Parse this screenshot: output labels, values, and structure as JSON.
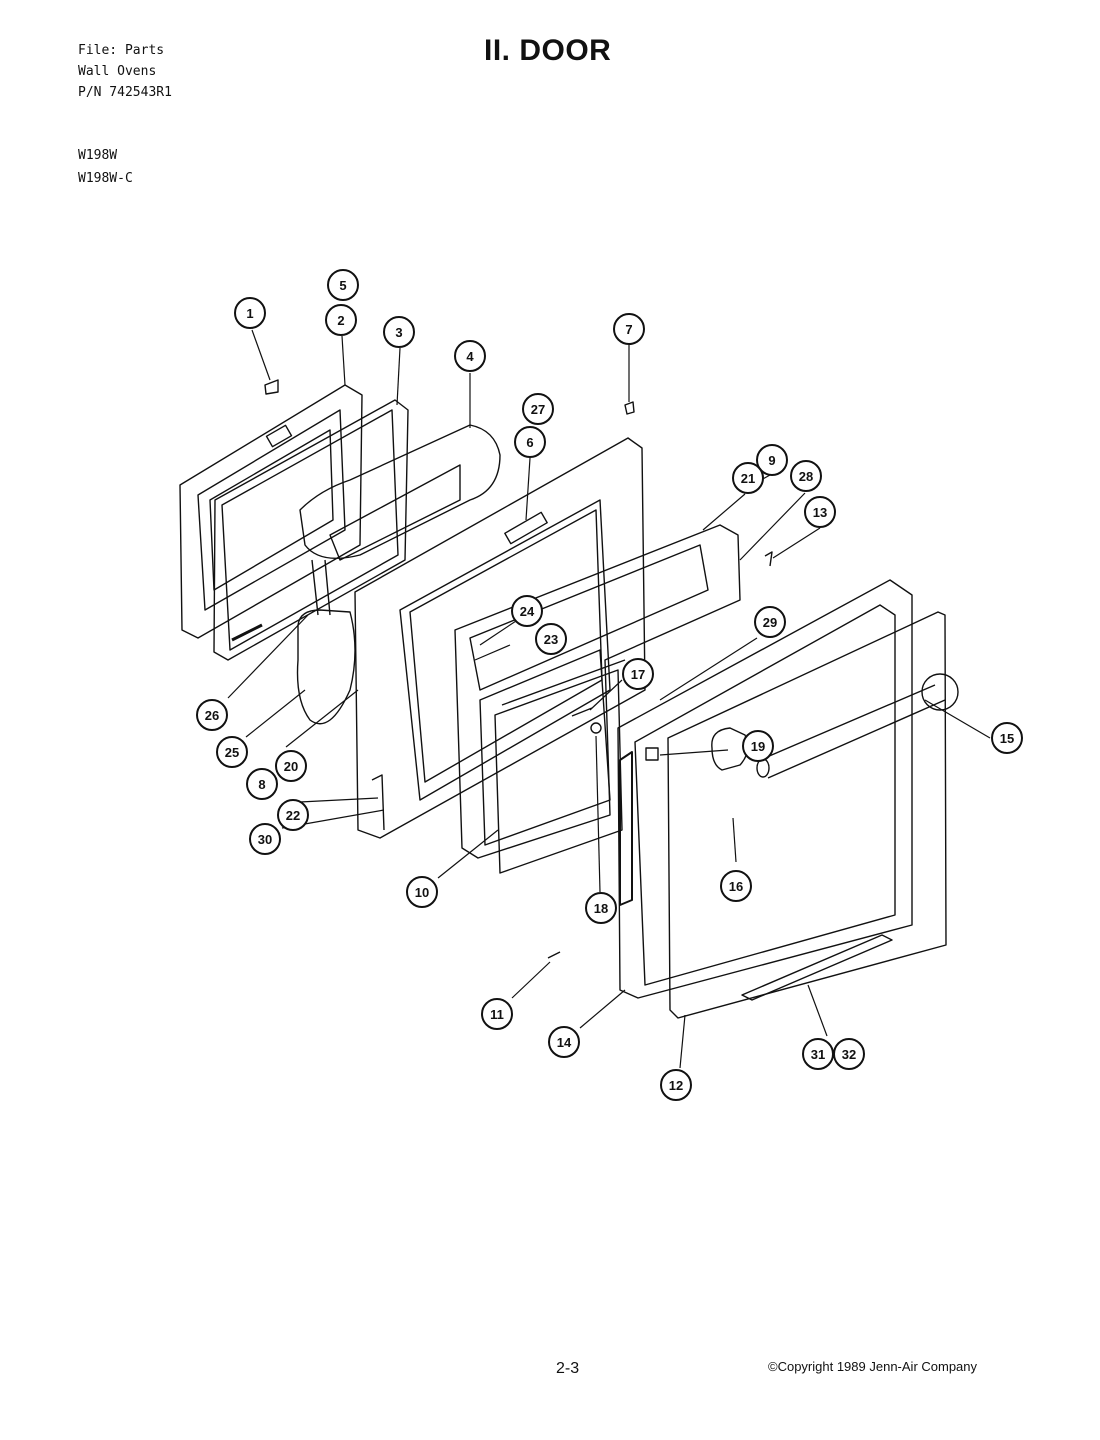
{
  "header": {
    "lines": [
      "File: Parts",
      "Wall Ovens",
      "P/N 742543R1"
    ],
    "models": [
      "W198W",
      "W198W-C"
    ]
  },
  "title": "II. DOOR",
  "footer": {
    "page": "2-3",
    "copyright": "©Copyright 1989 Jenn-Air Company"
  },
  "callouts": [
    "1",
    "2",
    "3",
    "4",
    "5",
    "6",
    "7",
    "8",
    "9",
    "10",
    "11",
    "12",
    "13",
    "14",
    "15",
    "16",
    "17",
    "18",
    "19",
    "20",
    "21",
    "22",
    "23",
    "24",
    "25",
    "26",
    "27",
    "28",
    "29",
    "30",
    "31",
    "32"
  ]
}
